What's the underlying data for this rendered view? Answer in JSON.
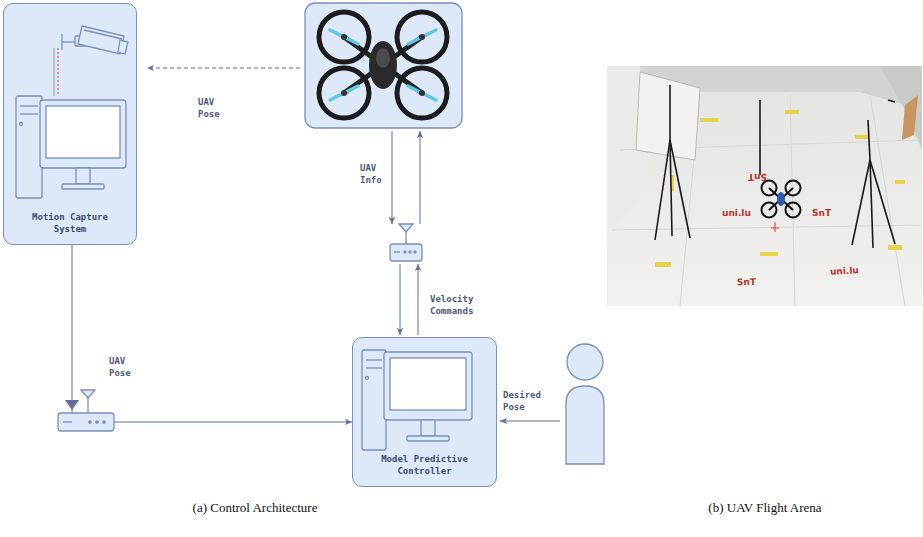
{
  "diagram": {
    "nodes": [
      {
        "text": [
          "Motion Capture System"
        ]
      },
      {
        "text": [
          "Model Predictive Controller"
        ]
      }
    ],
    "edges": [
      {
        "from": 0,
        "to": 1,
        "label": "UAV Pose",
        "arrow": "to"
      }
    ],
    "labels": [
      "UAV Pose",
      "UAV Info",
      "Velocity Commands",
      "Desired Pose",
      "(a) Control Architecture",
      "(b) UAV Flight Arena",
      "SnT",
      "uni.lu",
      "SnT",
      "uni.lu",
      "SnT"
    ]
  }
}
